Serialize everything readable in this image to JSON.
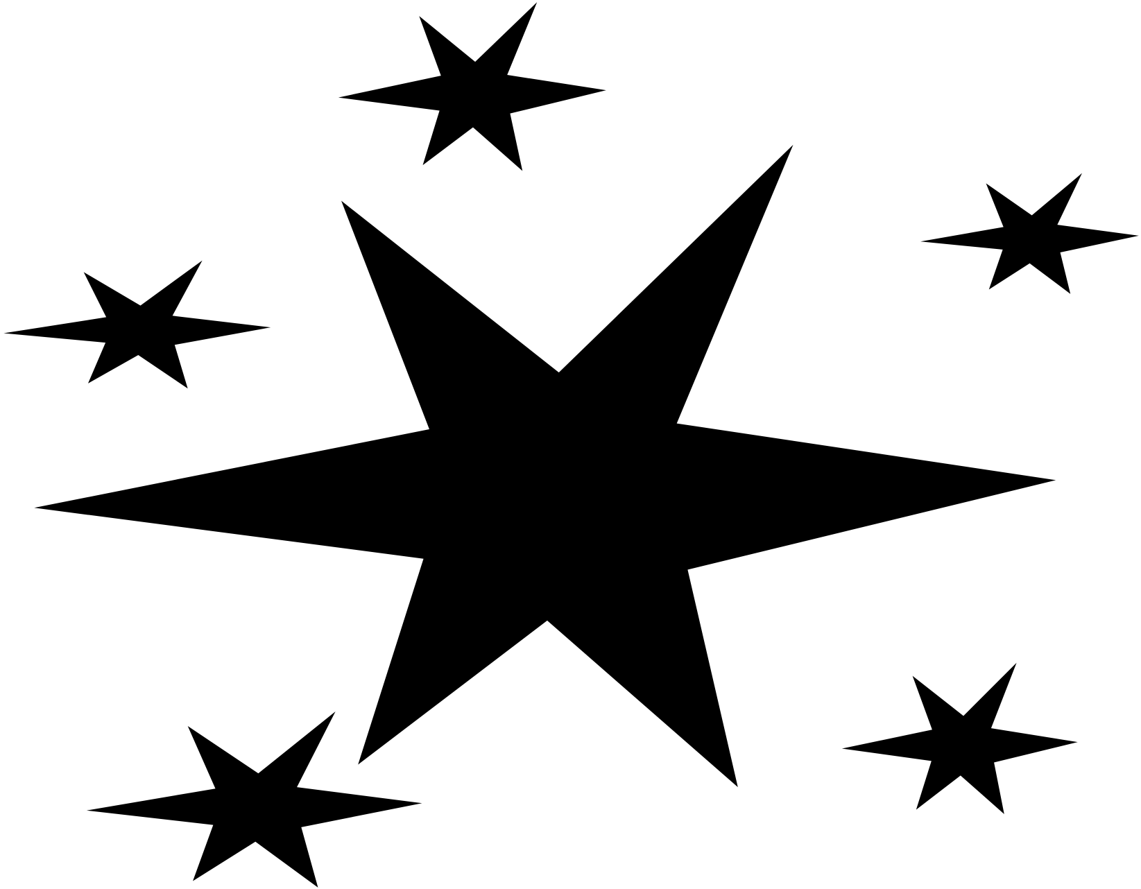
{
  "image": {
    "background_color": "#ffffff",
    "fill_color": "#000000",
    "shapes": [
      {
        "id": "large-center",
        "icon": "six-pointed-star-icon"
      },
      {
        "id": "top",
        "icon": "six-pointed-star-icon"
      },
      {
        "id": "left",
        "icon": "six-pointed-star-icon"
      },
      {
        "id": "right",
        "icon": "six-pointed-star-icon"
      },
      {
        "id": "bottom-left",
        "icon": "six-pointed-star-icon"
      },
      {
        "id": "bottom-right",
        "icon": "six-pointed-star-icon"
      }
    ]
  }
}
